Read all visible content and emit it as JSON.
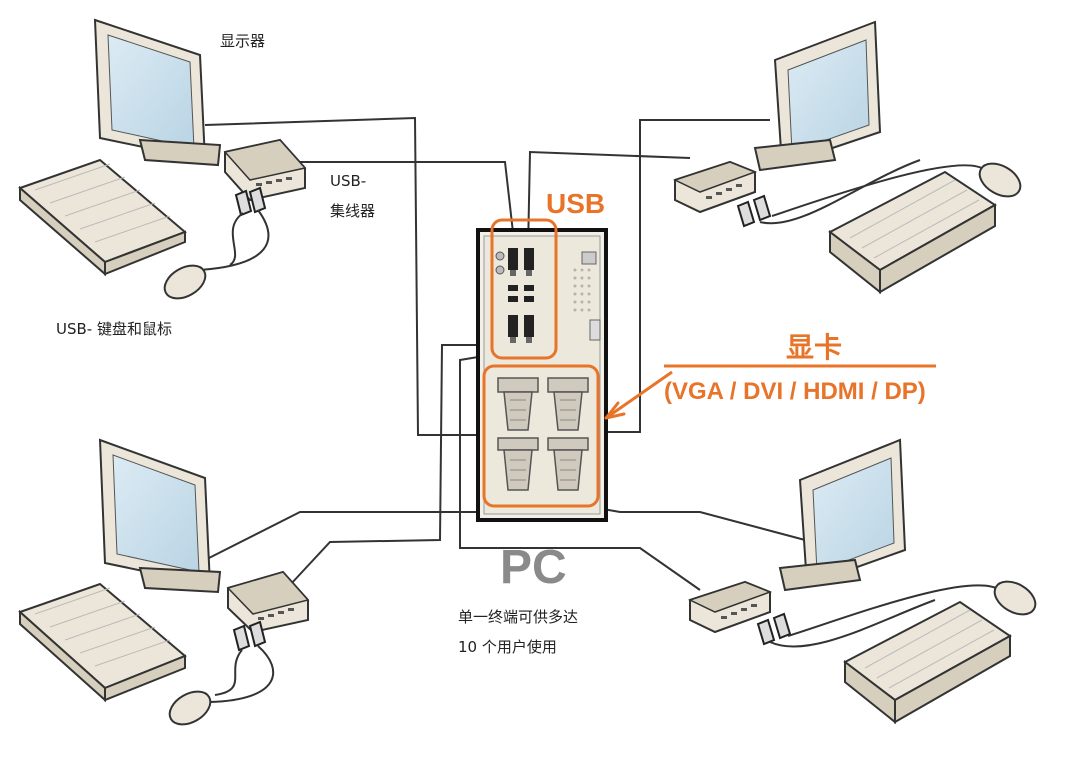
{
  "labels": {
    "monitor": "显示器",
    "usb_hub_line1": "USB-",
    "usb_hub_line2": "集线器",
    "usb_keyboard_mouse": "USB- 键盘和鼠标",
    "usb_ports": "USB",
    "graphics_card": "显卡",
    "graphics_ports": "(VGA / DVI / HDMI / DP)",
    "pc": "PC",
    "caption_line1": "单一终端可供多达",
    "caption_line2": "10 个用户使用"
  },
  "colors": {
    "accent": "#e8742a",
    "pc_text": "#8a8a8a",
    "device_fill": "#ebe6d9",
    "device_dark": "#d6cfbd",
    "screen": "#cde3ef",
    "cable": "#333333"
  }
}
